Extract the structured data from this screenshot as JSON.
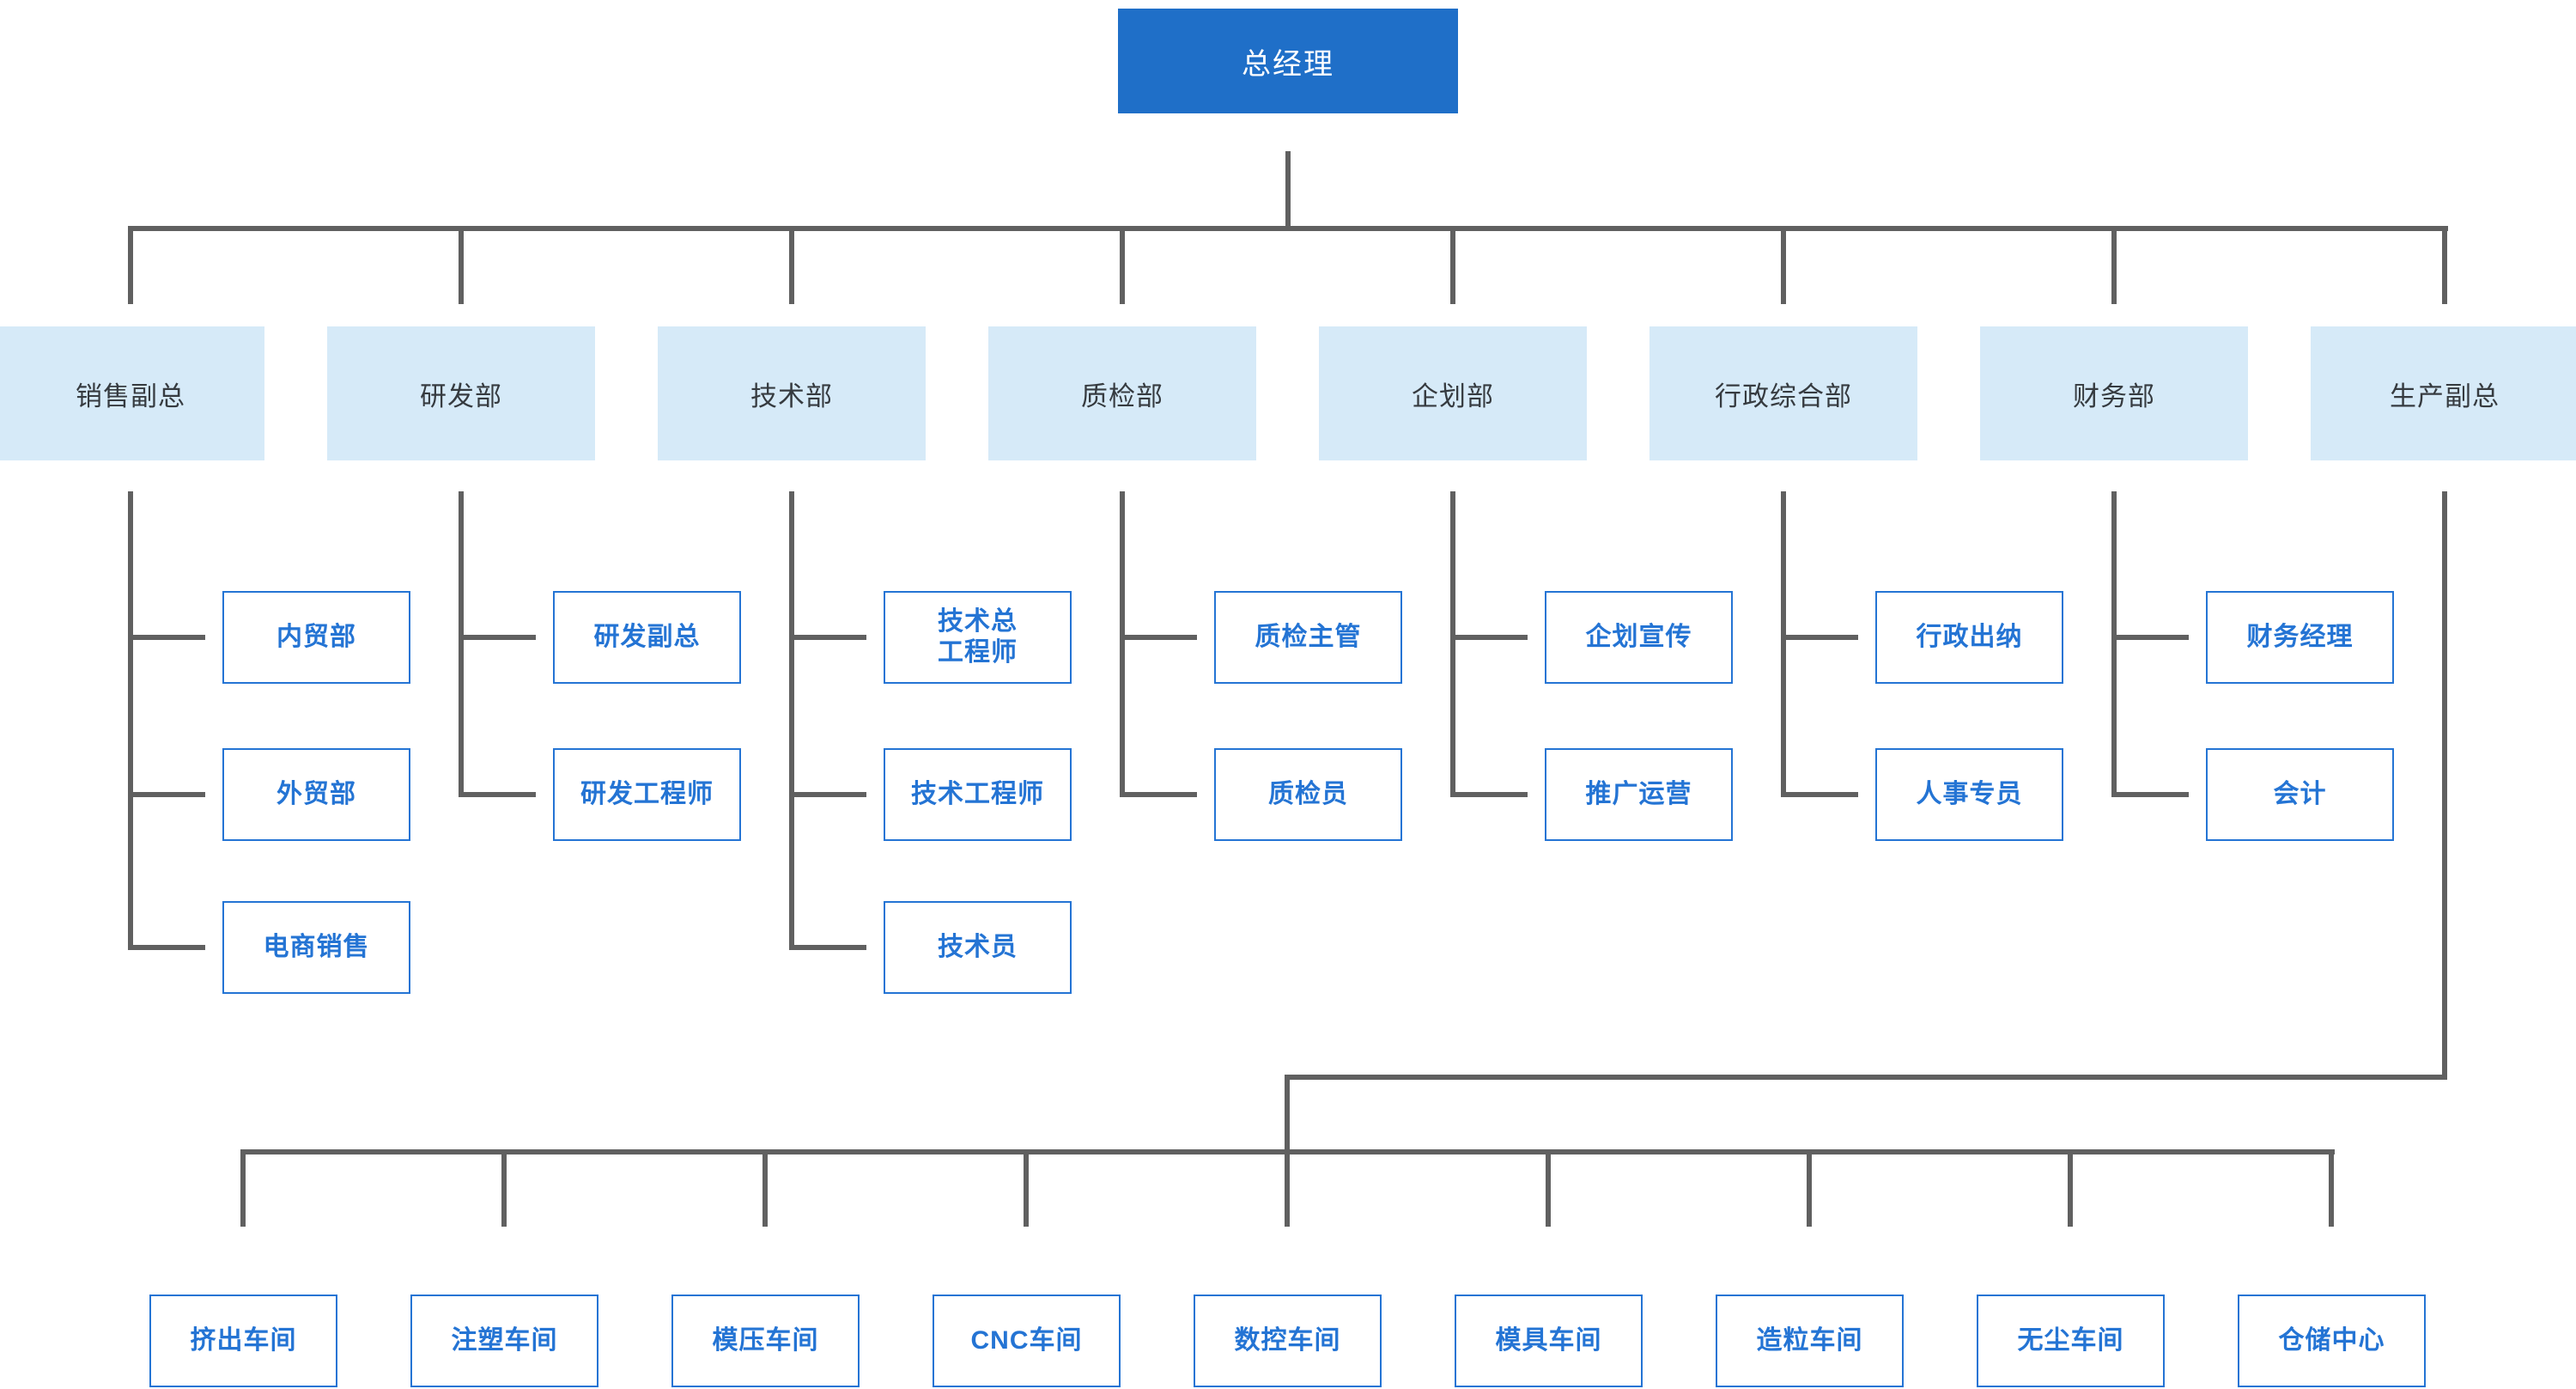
{
  "colors": {
    "root_bg": "#1f6fc8",
    "root_text": "#ffffff",
    "dept_bg": "#d6eaf8",
    "dept_text": "#363b40",
    "node_border": "#2474d4",
    "node_text": "#2474d4",
    "connector": "#606060",
    "page_bg": "#ffffff"
  },
  "org": {
    "root": {
      "label": "总经理"
    },
    "departments": [
      {
        "label": "销售副总",
        "children": [
          {
            "label": "内贸部"
          },
          {
            "label": "外贸部"
          },
          {
            "label": "电商销售"
          }
        ]
      },
      {
        "label": "研发部",
        "children": [
          {
            "label": "研发副总"
          },
          {
            "label": "研发工程师"
          }
        ]
      },
      {
        "label": "技术部",
        "children": [
          {
            "label": "技术总工程师",
            "lines": [
              "技术总",
              "工程师"
            ]
          },
          {
            "label": "技术工程师"
          },
          {
            "label": "技术员"
          }
        ]
      },
      {
        "label": "质检部",
        "children": [
          {
            "label": "质检主管"
          },
          {
            "label": "质检员"
          }
        ]
      },
      {
        "label": "企划部",
        "children": [
          {
            "label": "企划宣传"
          },
          {
            "label": "推广运营"
          }
        ]
      },
      {
        "label": "行政综合部",
        "children": [
          {
            "label": "行政出纳"
          },
          {
            "label": "人事专员"
          }
        ]
      },
      {
        "label": "财务部",
        "children": [
          {
            "label": "财务经理"
          },
          {
            "label": "会计"
          }
        ]
      },
      {
        "label": "生产副总",
        "children": [
          {
            "label": "挤出车间"
          },
          {
            "label": "注塑车间"
          },
          {
            "label": "模压车间"
          },
          {
            "label": "CNC车间"
          },
          {
            "label": "数控车间"
          },
          {
            "label": "模具车间"
          },
          {
            "label": "造粒车间"
          },
          {
            "label": "无尘车间"
          },
          {
            "label": "仓储中心"
          }
        ]
      }
    ]
  }
}
